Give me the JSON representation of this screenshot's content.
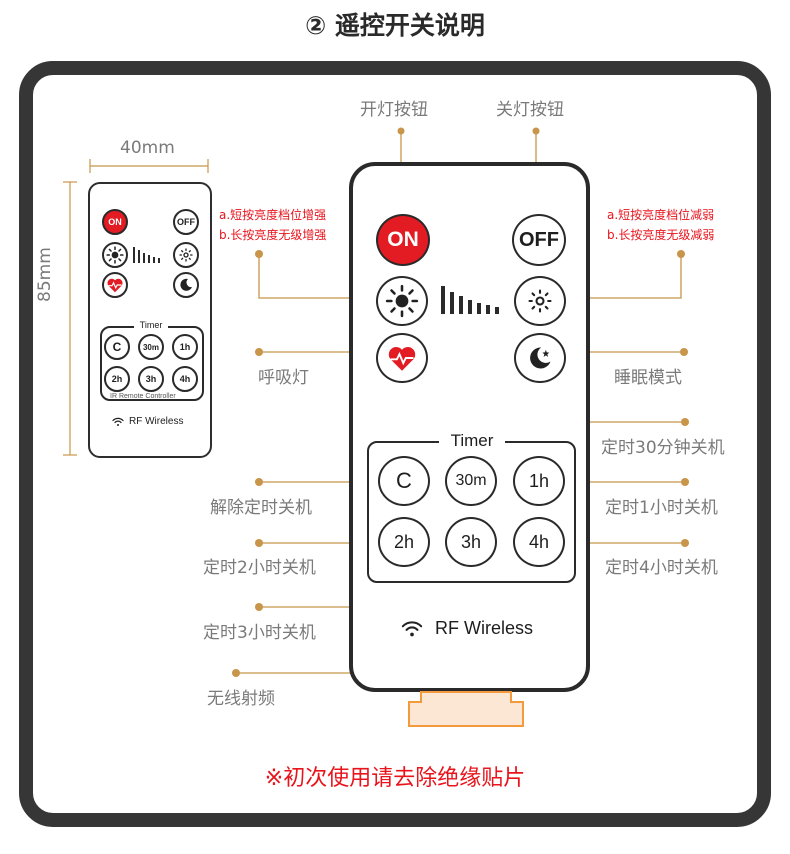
{
  "title": "② 遥控开关说明",
  "dimensions": {
    "width_label": "40mm",
    "height_label": "85mm"
  },
  "buttons": {
    "on": "ON",
    "off": "OFF",
    "c": "C",
    "t30": "30m",
    "t1h": "1h",
    "t2h": "2h",
    "t3h": "3h",
    "t4h": "4h"
  },
  "remote": {
    "timer_label": "Timer",
    "wireless_label": "RF Wireless",
    "ir_label": "IR Remote Controller"
  },
  "labels": {
    "on_button": "开灯按钮",
    "off_button": "关灯按钮",
    "breathing": "呼吸灯",
    "sleep": "睡眠模式",
    "t30": "定时30分钟关机",
    "cancel": "解除定时关机",
    "t1h": "定时1小时关机",
    "t2h": "定时2小时关机",
    "t4h": "定时4小时关机",
    "t3h": "定时3小时关机",
    "wireless": "无线射频"
  },
  "notes": {
    "increase_a": "a.短按亮度档位增强",
    "increase_b": "b.长按亮度无级增强",
    "decrease_a": "a.短按亮度档位减弱",
    "decrease_b": "b.长按亮度无级减弱"
  },
  "footer": "※初次使用请去除绝缘贴片",
  "colors": {
    "accent": "#e31b23",
    "leader": "#c8964a",
    "frame": "#363636"
  },
  "icons": [
    "brightness-up-icon",
    "brightness-down-icon",
    "heart-pulse-icon",
    "moon-star-icon",
    "wifi-icon"
  ]
}
